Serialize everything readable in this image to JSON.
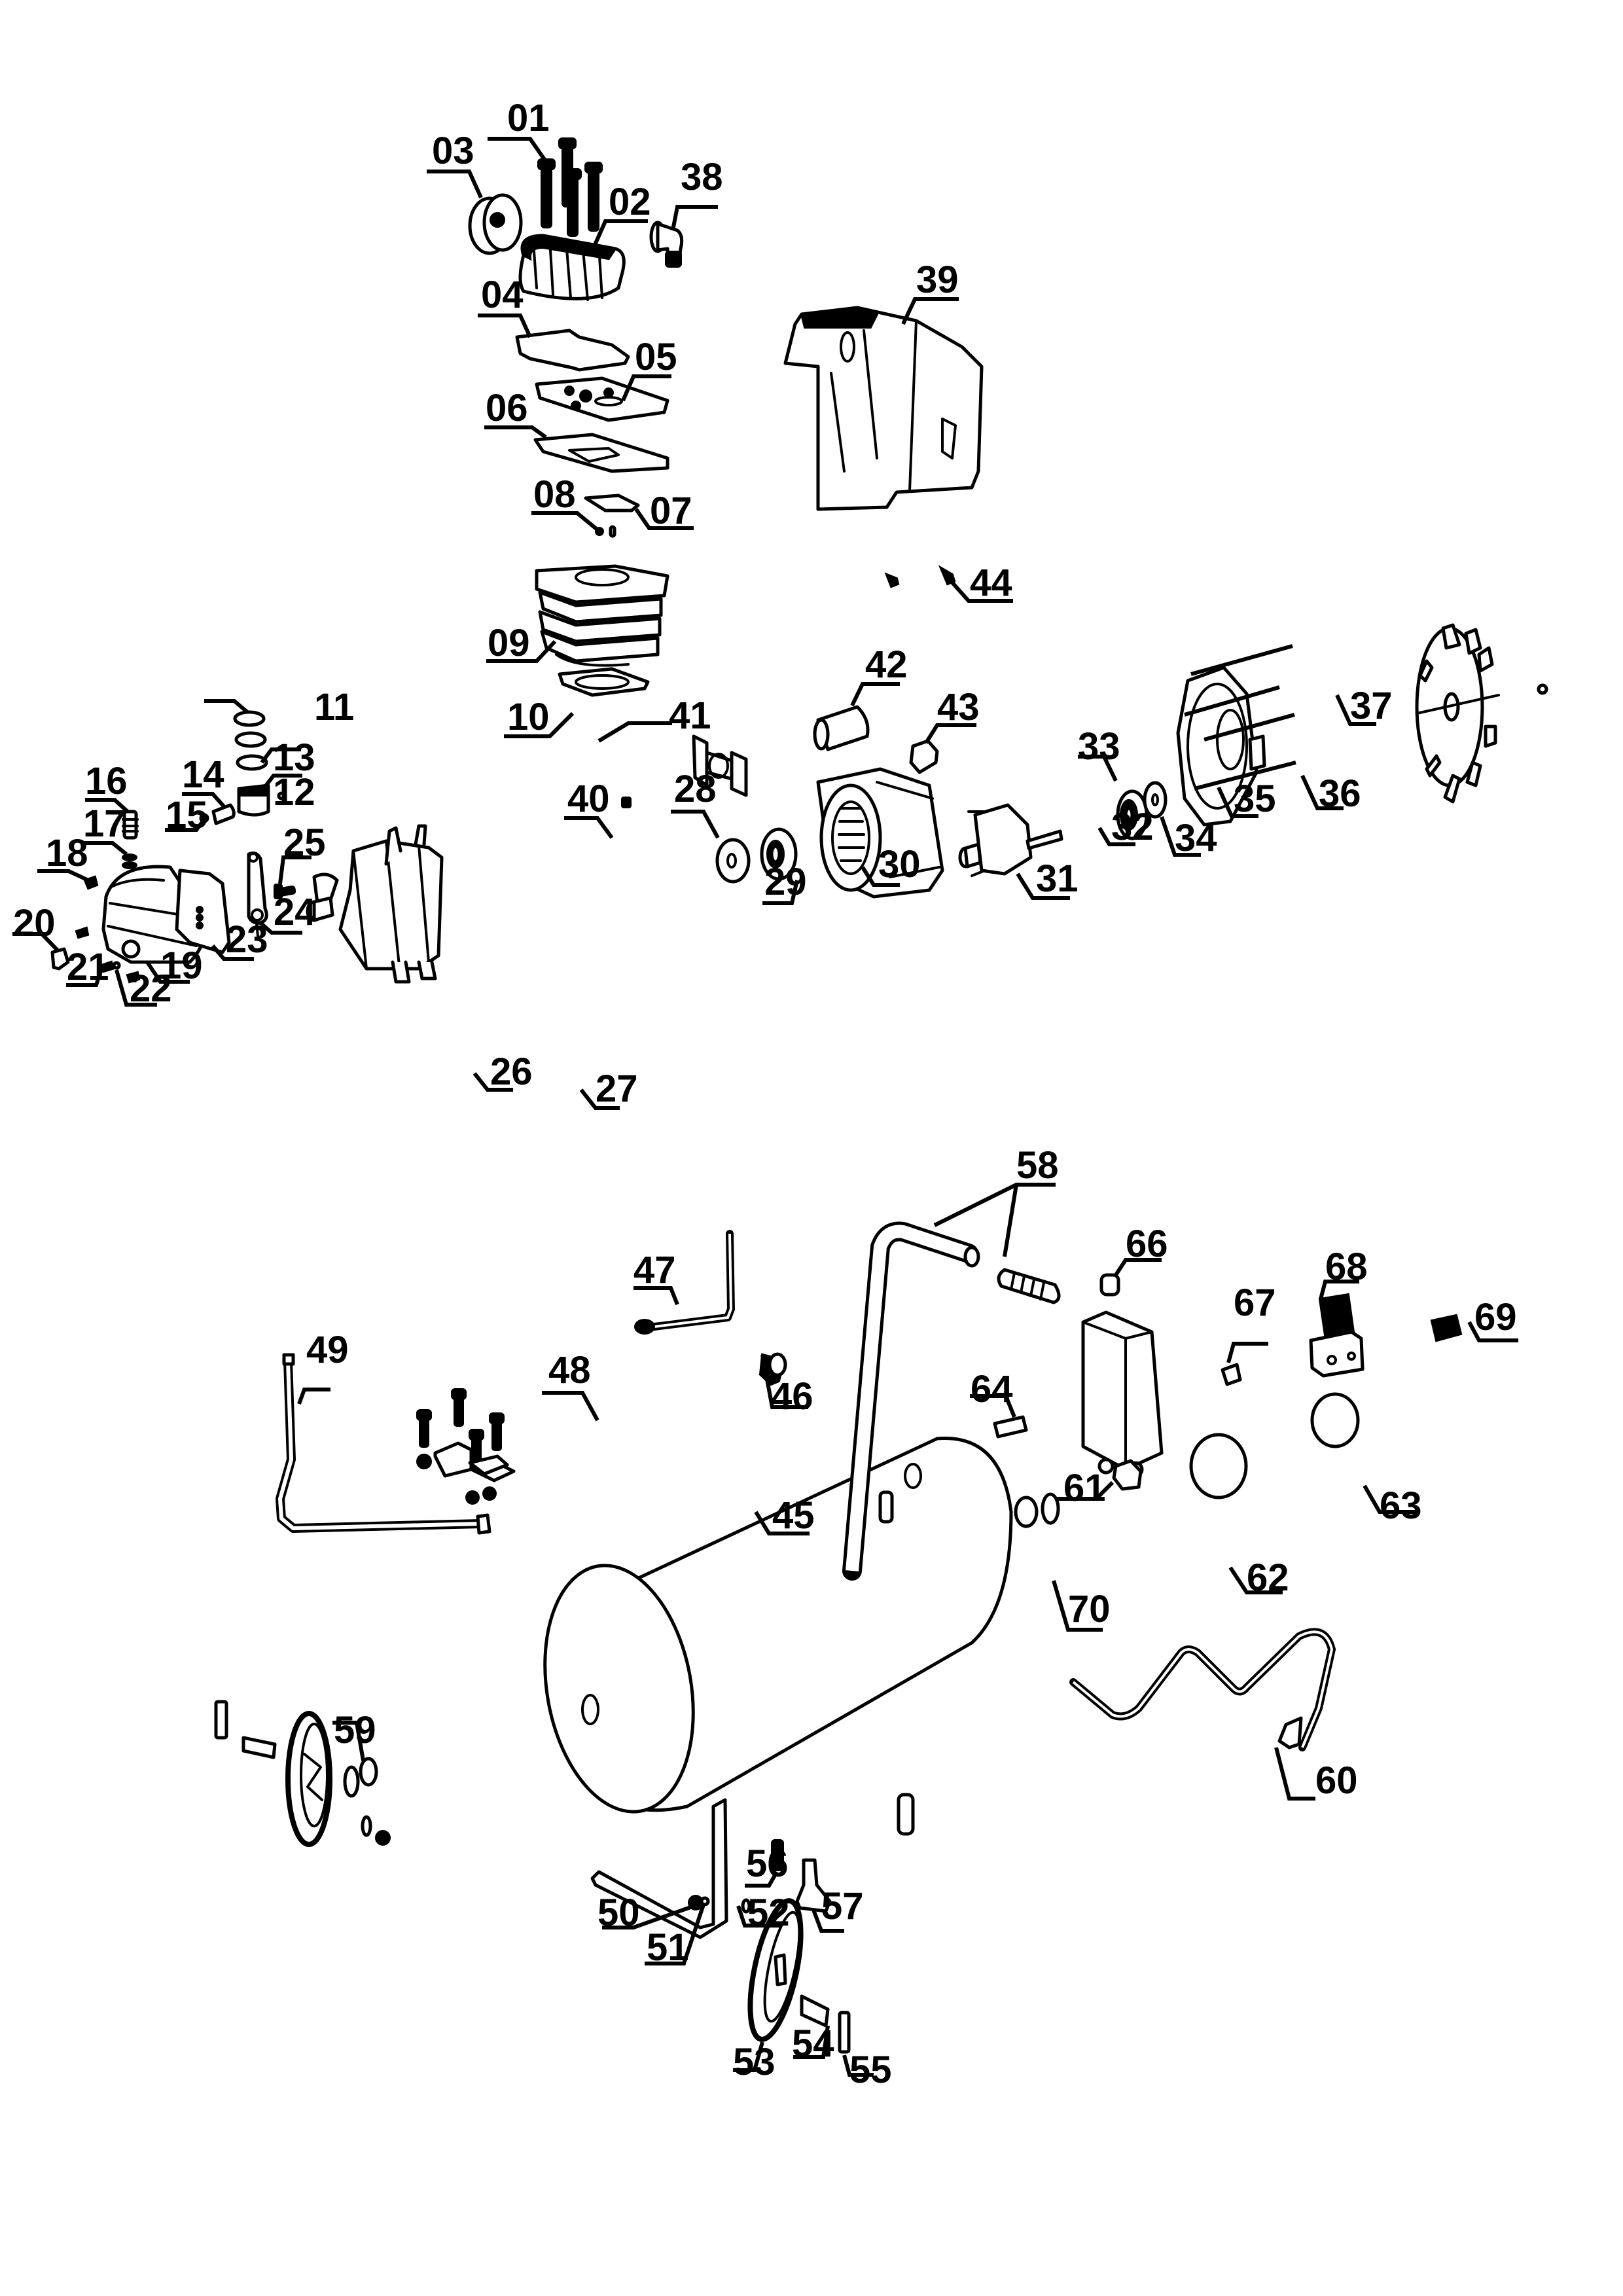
{
  "diagram": {
    "type": "exploded-parts-view",
    "subject": "air compressor",
    "colors": {
      "ink": "#000000",
      "paper": "#ffffff"
    },
    "parts": [
      {
        "id": "01",
        "label": "01",
        "component": "bolt"
      },
      {
        "id": "02",
        "label": "02",
        "component": "cylinder-head"
      },
      {
        "id": "03",
        "label": "03",
        "component": "air-filter"
      },
      {
        "id": "04",
        "label": "04",
        "component": "gasket"
      },
      {
        "id": "05",
        "label": "05",
        "component": "valve-plate"
      },
      {
        "id": "06",
        "label": "06",
        "component": "gasket"
      },
      {
        "id": "07",
        "label": "07",
        "component": "valve-reed"
      },
      {
        "id": "08",
        "label": "08",
        "component": "pin"
      },
      {
        "id": "09",
        "label": "09",
        "component": "cylinder"
      },
      {
        "id": "10",
        "label": "10",
        "component": "gasket"
      },
      {
        "id": "11",
        "label": "11",
        "component": "piston-ring"
      },
      {
        "id": "12",
        "label": "12",
        "component": "piston-ring"
      },
      {
        "id": "13",
        "label": "13",
        "component": "piston"
      },
      {
        "id": "14",
        "label": "14",
        "component": "piston-pin"
      },
      {
        "id": "15",
        "label": "15",
        "component": "circlip"
      },
      {
        "id": "16",
        "label": "16",
        "component": "breather"
      },
      {
        "id": "17",
        "label": "17",
        "component": "o-ring"
      },
      {
        "id": "18",
        "label": "18",
        "component": "screw"
      },
      {
        "id": "19",
        "label": "19",
        "component": "crankcase-cover"
      },
      {
        "id": "20",
        "label": "20",
        "component": "oil-plug"
      },
      {
        "id": "21",
        "label": "21",
        "component": "screw"
      },
      {
        "id": "22",
        "label": "22",
        "component": "washer"
      },
      {
        "id": "23",
        "label": "23",
        "component": "gasket"
      },
      {
        "id": "24",
        "label": "24",
        "component": "connecting-rod"
      },
      {
        "id": "25",
        "label": "25",
        "component": "bolt"
      },
      {
        "id": "26",
        "label": "26",
        "component": "crank"
      },
      {
        "id": "27",
        "label": "27",
        "component": "crankcase"
      },
      {
        "id": "28",
        "label": "28",
        "component": "washer"
      },
      {
        "id": "29",
        "label": "29",
        "component": "bearing"
      },
      {
        "id": "30",
        "label": "30",
        "component": "stator"
      },
      {
        "id": "31",
        "label": "31",
        "component": "rotor"
      },
      {
        "id": "32",
        "label": "32",
        "component": "bearing"
      },
      {
        "id": "33",
        "label": "33",
        "component": "washer"
      },
      {
        "id": "34",
        "label": "34",
        "component": "end-cover"
      },
      {
        "id": "35",
        "label": "35",
        "component": "long-bolt"
      },
      {
        "id": "36",
        "label": "36",
        "component": "fan"
      },
      {
        "id": "37",
        "label": "37",
        "component": "circlip"
      },
      {
        "id": "38",
        "label": "38",
        "component": "elbow-fitting"
      },
      {
        "id": "39",
        "label": "39",
        "component": "fan-cover"
      },
      {
        "id": "40",
        "label": "40",
        "component": "nut"
      },
      {
        "id": "41",
        "label": "41",
        "component": "bracket"
      },
      {
        "id": "42",
        "label": "42",
        "component": "capacitor"
      },
      {
        "id": "43",
        "label": "43",
        "component": "thermal-switch"
      },
      {
        "id": "44",
        "label": "44",
        "component": "screw"
      },
      {
        "id": "45",
        "label": "45",
        "component": "nut"
      },
      {
        "id": "46",
        "label": "46",
        "component": "check-valve"
      },
      {
        "id": "47",
        "label": "47",
        "component": "pressure-relief-pipe"
      },
      {
        "id": "48",
        "label": "48",
        "component": "bolt"
      },
      {
        "id": "49",
        "label": "49",
        "component": "outlet-pipe"
      },
      {
        "id": "50",
        "label": "50",
        "component": "bolt"
      },
      {
        "id": "51",
        "label": "51",
        "component": "washer"
      },
      {
        "id": "52",
        "label": "52",
        "component": "nut"
      },
      {
        "id": "53",
        "label": "53",
        "component": "wheel"
      },
      {
        "id": "54",
        "label": "54",
        "component": "axle-bolt"
      },
      {
        "id": "55",
        "label": "55",
        "component": "cap"
      },
      {
        "id": "56",
        "label": "56",
        "component": "drain-valve"
      },
      {
        "id": "57",
        "label": "57",
        "component": "rubber-foot"
      },
      {
        "id": "58",
        "label": "58",
        "component": "handle-and-grip"
      },
      {
        "id": "59",
        "label": "59",
        "component": "bushing"
      },
      {
        "id": "60",
        "label": "60",
        "component": "power-cord"
      },
      {
        "id": "61",
        "label": "61",
        "component": "nut"
      },
      {
        "id": "62",
        "label": "62",
        "component": "pressure-gauge"
      },
      {
        "id": "63",
        "label": "63",
        "component": "pressure-gauge"
      },
      {
        "id": "64",
        "label": "64",
        "component": "safety-valve"
      },
      {
        "id": "66",
        "label": "66",
        "component": "pressure-switch"
      },
      {
        "id": "67",
        "label": "67",
        "component": "fitting"
      },
      {
        "id": "68",
        "label": "68",
        "component": "pressure-regulator"
      },
      {
        "id": "69",
        "label": "69",
        "component": "quick-coupling"
      },
      {
        "id": "70",
        "label": "70",
        "component": "o-ring"
      }
    ]
  }
}
